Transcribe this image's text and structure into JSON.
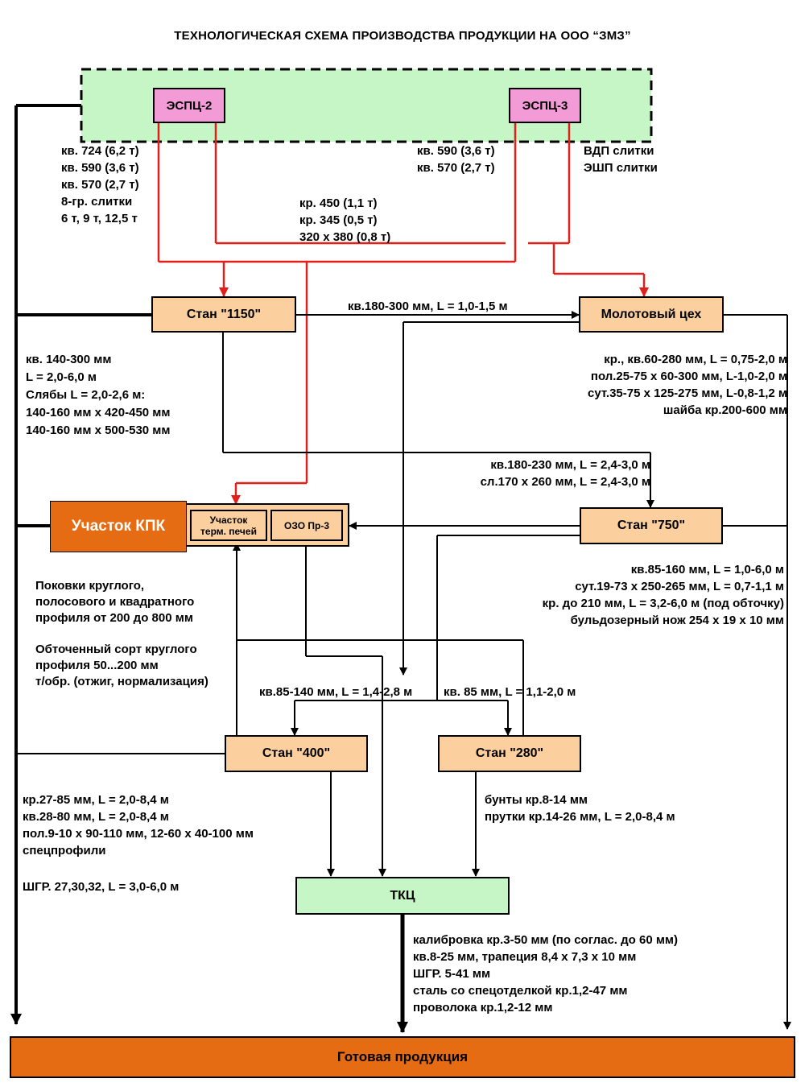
{
  "title": "ТЕХНОЛОГИЧЕСКАЯ СХЕМА ПРОИЗВОДСТВА ПРОДУКЦИИ НА ООО “ЗМЗ”",
  "colors": {
    "melt_zone": "#c6f6c6",
    "furnace": "#f39bd7",
    "mill": "#fbcf9e",
    "kpk": "#e56c13",
    "tkc": "#c6f6c6",
    "output": "#e56c13",
    "red_flow": "#e0201b",
    "black_flow": "#000000"
  },
  "nodes": {
    "espc2": "ЭСПЦ-2",
    "espc3": "ЭСПЦ-3",
    "stan1150": "Стан \"1150\"",
    "molot": "Молотовый цех",
    "kpk": "Участок КПК",
    "kpk_furnaces": "Участок терм. печей",
    "ozo": "ОЗО Пр-3",
    "stan750": "Стан \"750\"",
    "stan400": "Стан \"400\"",
    "stan280": "Стан \"280\"",
    "tkc": "ТКЦ",
    "output": "Готовая продукция"
  },
  "labels": {
    "espc2_out": [
      "кв. 724 (6,2 т)",
      "кв. 590 (3,6 т)",
      "кв. 570 (2,7 т)",
      "8-гр. слитки",
      "6 т, 9 т, 12,5 т"
    ],
    "espc3_out": [
      "кв. 590 (3,6 т)",
      "кв. 570 (2,7 т)"
    ],
    "espc3_special": [
      "ВДП слитки",
      "ЭШП слитки"
    ],
    "round_ingots": [
      "кр. 450 (1,1 т)",
      "кр. 345 (0,5 т)",
      "320 х 380 (0,8 т)"
    ],
    "to_molot": "кв.180-300 мм, L = 1,0-1,5 м",
    "stan1150_out": [
      "кв. 140-300 мм",
      "L = 2,0-6,0 м",
      "Слябы L = 2,0-2,6 м:",
      "140-160 мм х 420-450 мм",
      "140-160 мм х 500-530 мм"
    ],
    "molot_out": [
      "кр., кв.60-280 мм, L = 0,75-2,0 м",
      "пол.25-75 х 60-300 мм, L-1,0-2,0 м",
      "сут.35-75 х 125-275 мм, L-0,8-1,2 м",
      "шайба кр.200-600 мм"
    ],
    "to_stan750": [
      "кв.180-230 мм, L = 2,4-3,0 м",
      "сл.170 х 260 мм, L = 2,4-3,0 м"
    ],
    "stan750_out": [
      "кв.85-160 мм, L = 1,0-6,0 м",
      "сут.19-73 х 250-265 мм, L = 0,7-1,1 м",
      "кр. до 210 мм, L = 3,2-6,0 м (под обточку)",
      "бульдозерный нож 254 х 19 х 10 мм"
    ],
    "kpk_forgings": [
      "Поковки круглого,",
      "полосового и квадратного",
      "профиля от 200 до 800 мм"
    ],
    "kpk_turned": [
      "Обточенный сорт круглого",
      "профиля 50...200 мм",
      "т/обр. (отжиг, нормализация)"
    ],
    "to_stan400": "кв.85-140 мм, L = 1,4-2,8 м",
    "to_stan280": "кв. 85 мм, L = 1,1-2,0 м",
    "stan400_out": [
      "кр.27-85 мм, L = 2,0-8,4 м",
      "кв.28-80 мм, L = 2,0-8,4 м",
      "пол.9-10 х 90-110 мм, 12-60 х 40-100 мм",
      "спецпрофили"
    ],
    "stan400_shgr": "ШГР. 27,30,32, L = 3,0-6,0 м",
    "stan280_out": [
      "бунты кр.8-14 мм",
      "прутки кр.14-26 мм, L = 2,0-8,4 м"
    ],
    "tkc_out": [
      "калибровка кр.3-50 мм (по соглас. до 60 мм)",
      "кв.8-25 мм, трапеция 8,4 х 7,3 х 10 мм",
      "ШГР.  5-41 мм",
      "сталь со спецотделкой кр.1,2-47 мм",
      "проволока кр.1,2-12 мм"
    ]
  }
}
